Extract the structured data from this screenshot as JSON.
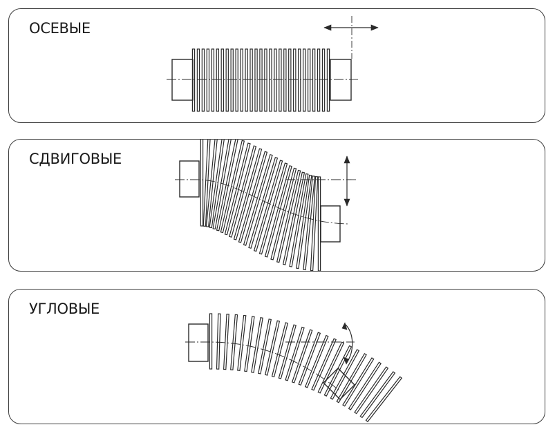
{
  "panels": [
    {
      "title": "ОСЕВЫЕ"
    },
    {
      "title": "СДВИГОВЫЕ"
    },
    {
      "title": "УГЛОВЫЕ"
    }
  ]
}
